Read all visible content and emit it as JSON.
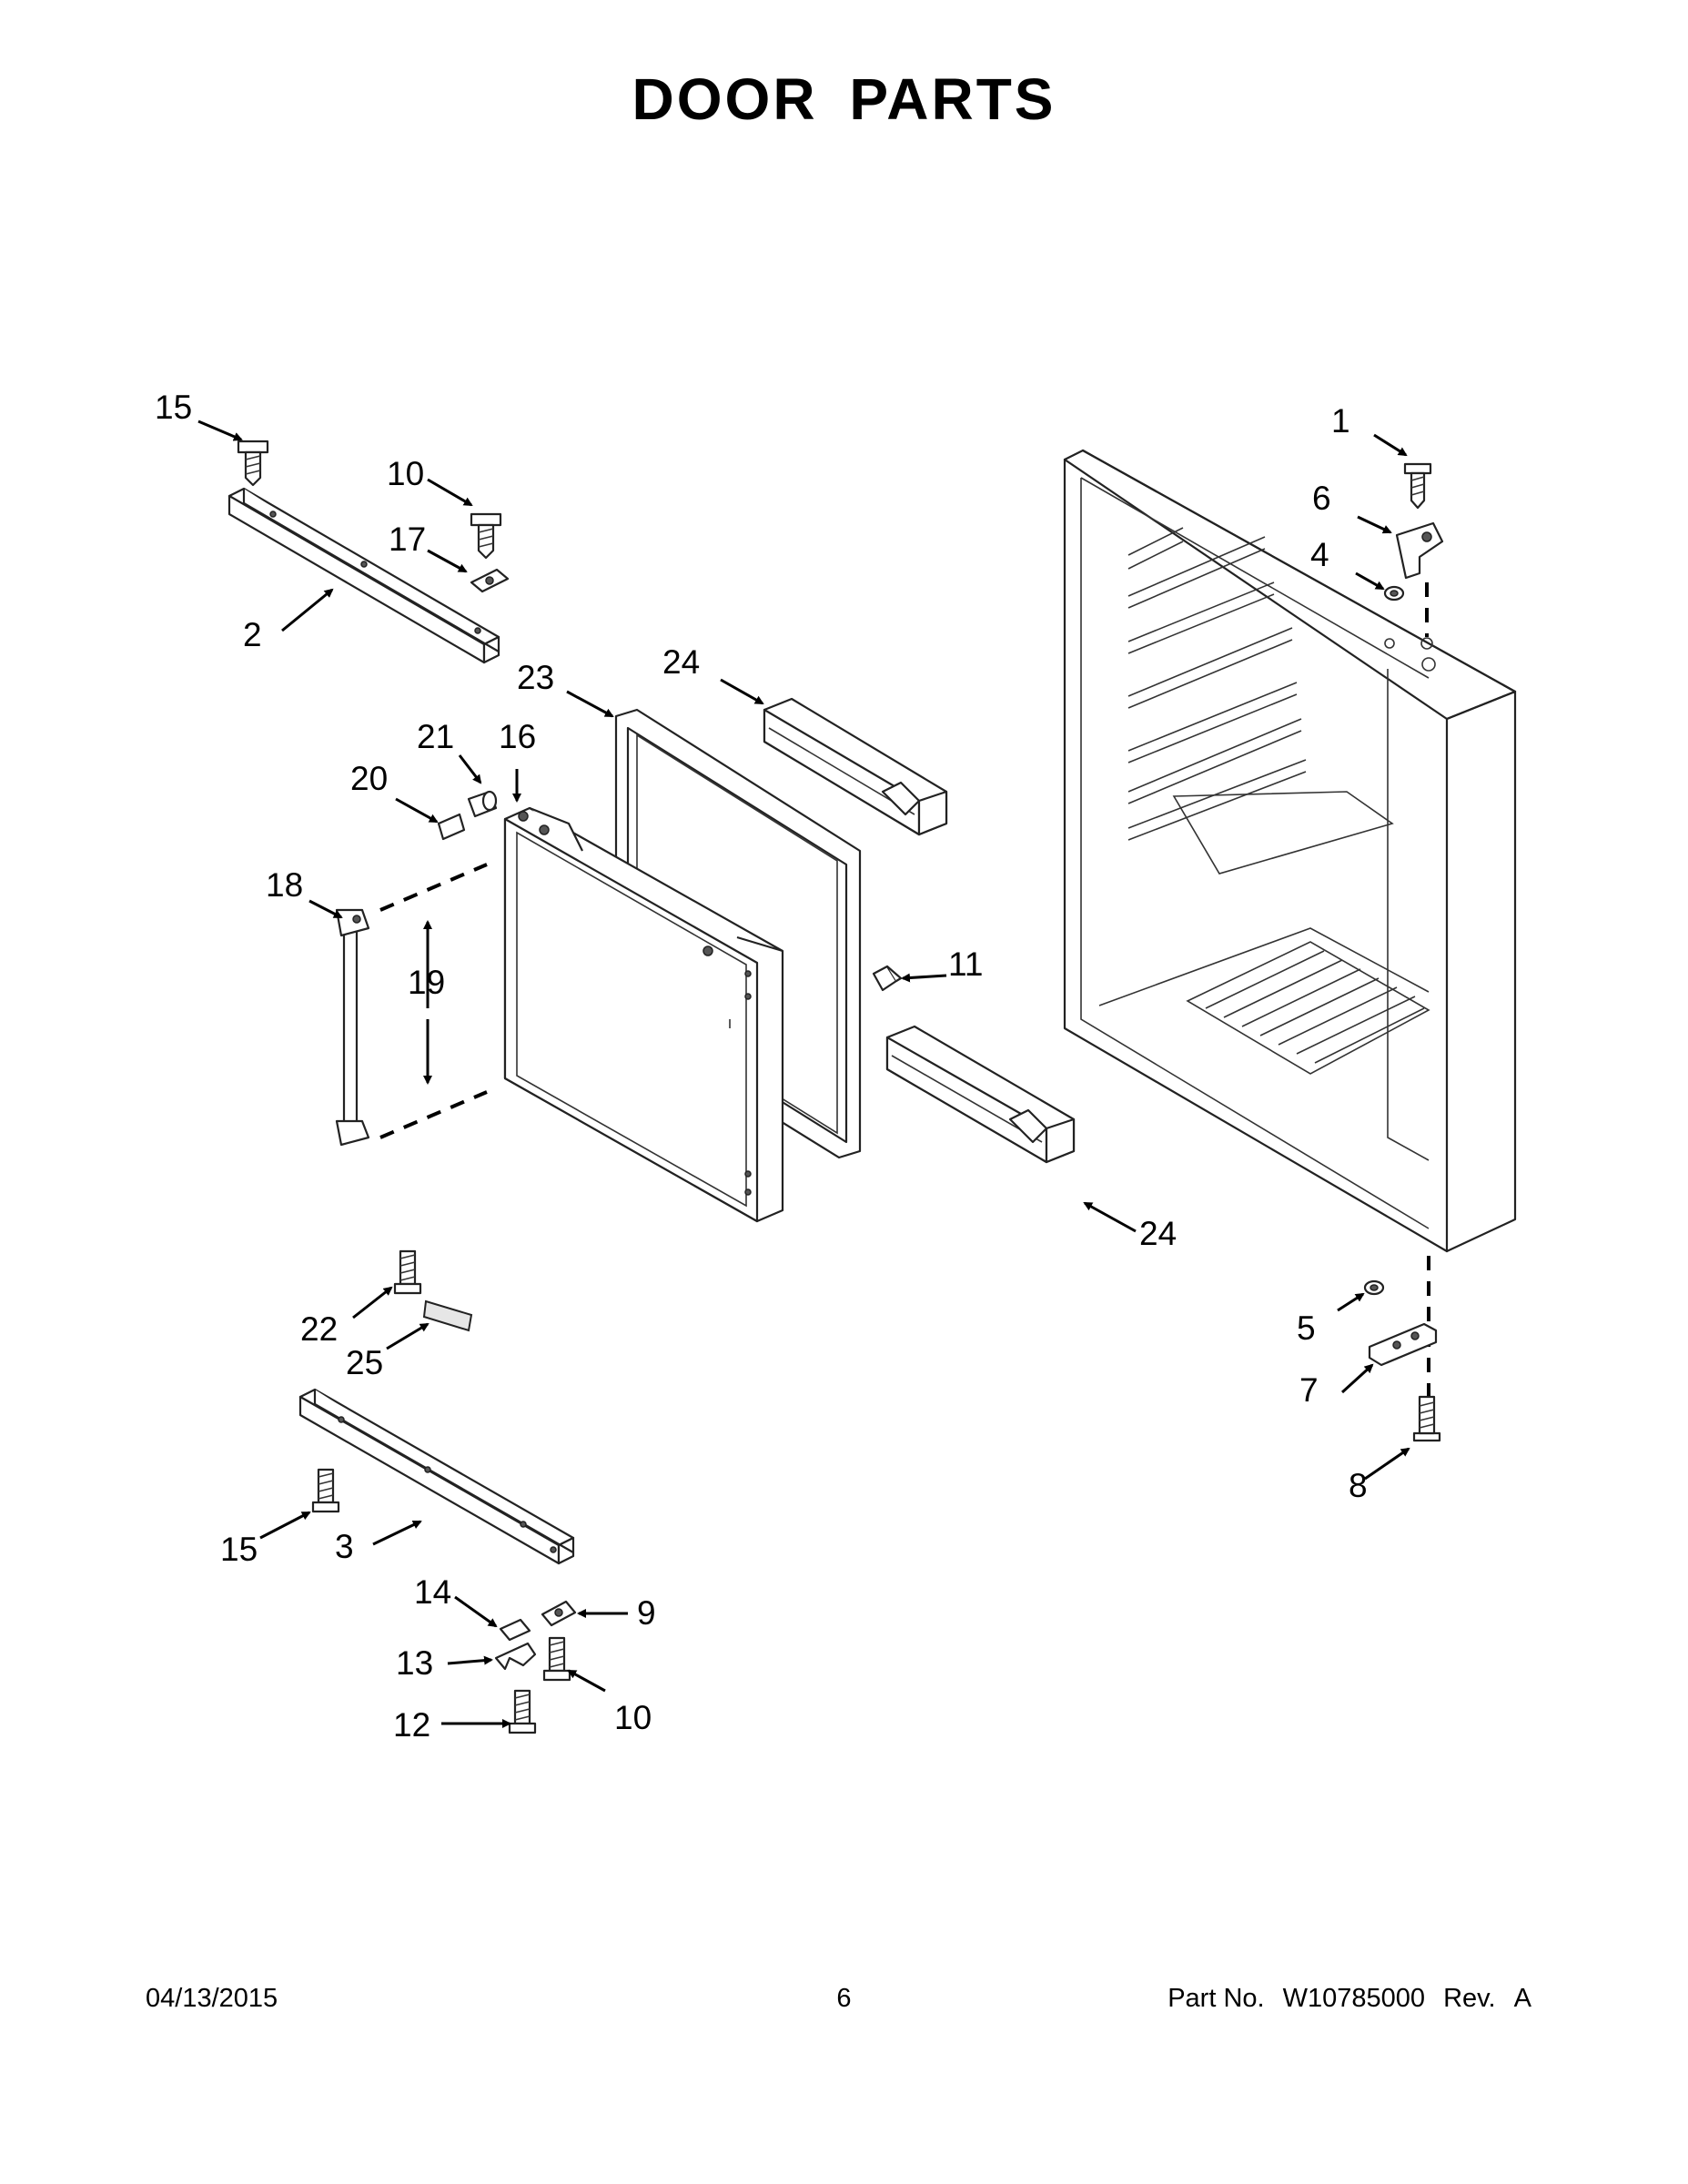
{
  "title": "DOOR  PARTS",
  "footer": {
    "date": "04/13/2015",
    "page": "6",
    "part_no_label": "Part No.",
    "part_no": "W10785000",
    "rev_label": "Rev.",
    "rev": "A"
  },
  "callouts": {
    "c1": "1",
    "c2": "2",
    "c3": "3",
    "c4": "4",
    "c5": "5",
    "c6": "6",
    "c7": "7",
    "c8": "8",
    "c9": "9",
    "c10a": "10",
    "c10b": "10",
    "c11": "11",
    "c12": "12",
    "c13": "13",
    "c14": "14",
    "c15a": "15",
    "c15b": "15",
    "c16": "16",
    "c17": "17",
    "c18": "18",
    "c19": "19",
    "c20": "20",
    "c21": "21",
    "c22": "22",
    "c23": "23",
    "c24a": "24",
    "c24b": "24",
    "c25": "25"
  }
}
